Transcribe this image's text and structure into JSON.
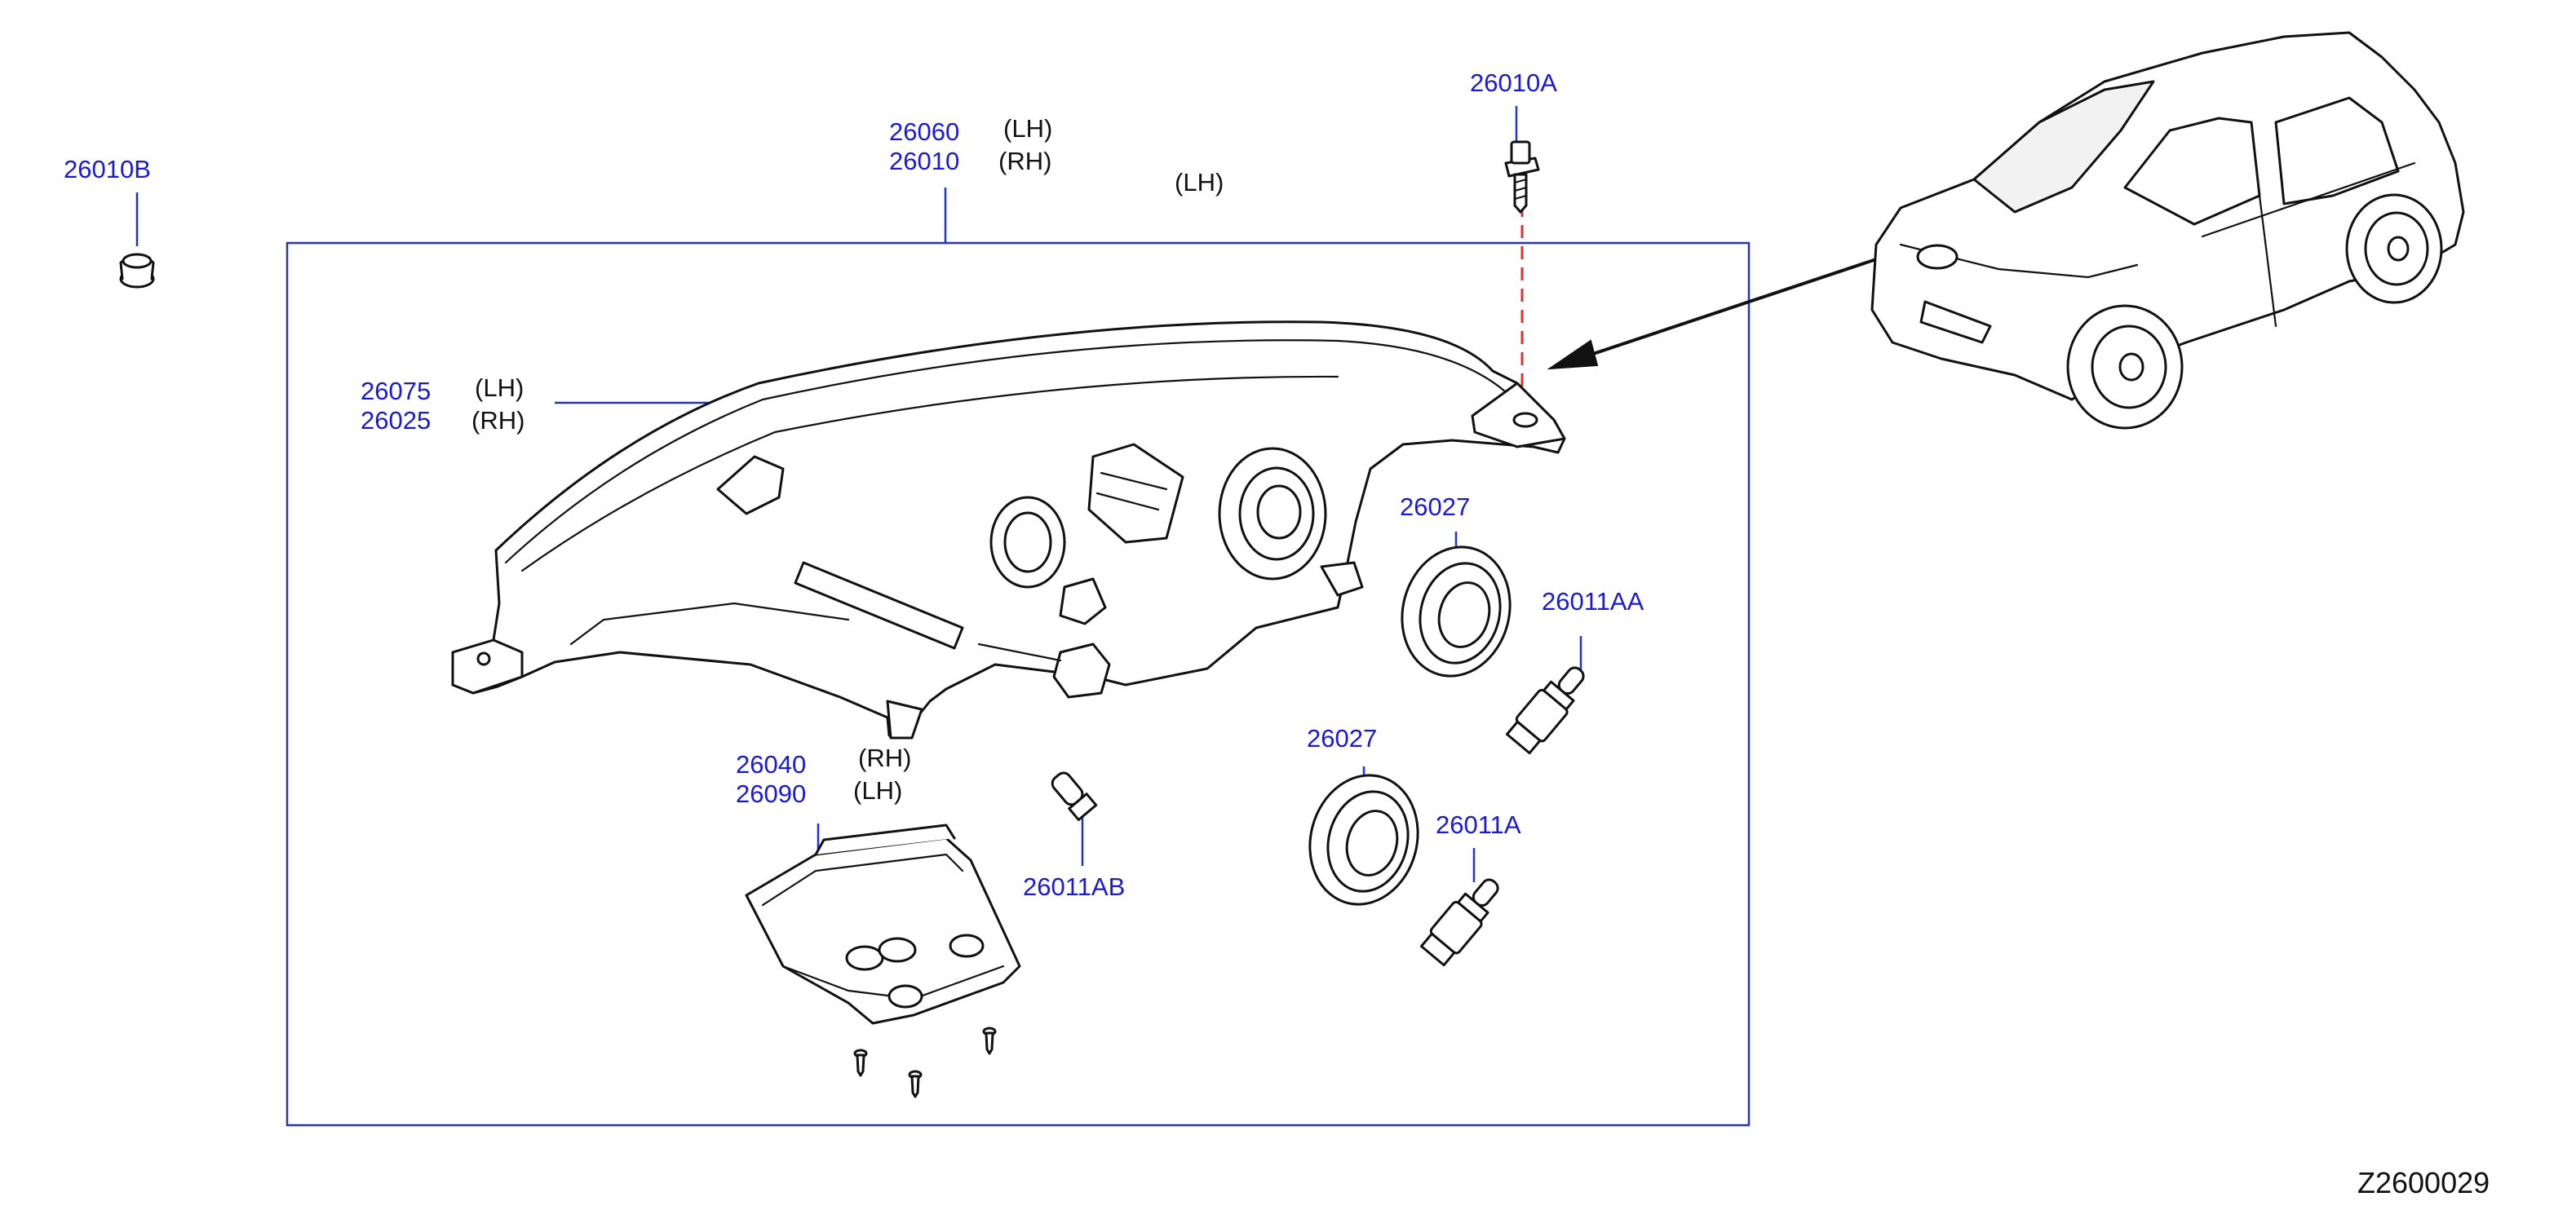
{
  "diagram": {
    "reference_code": "Z2600029",
    "header_side": "(LH)",
    "callouts": {
      "p26010B": "26010B",
      "p26010A": "26010A",
      "p26060": "26060",
      "p26060_side": "(LH)",
      "p26010": "26010",
      "p26010_side": "(RH)",
      "p26075": "26075",
      "p26075_side": "(LH)",
      "p26025": "26025",
      "p26025_side": "(RH)",
      "p26027a": "26027",
      "p26011AA": "26011AA",
      "p26027b": "26027",
      "p26011A": "26011A",
      "p26040": "26040",
      "p26040_side": "(RH)",
      "p26090": "26090",
      "p26090_side": "(LH)",
      "p26011AB": "26011AB"
    },
    "colors": {
      "part_number": "#1a1ad6",
      "leader_line": "#2233cc",
      "frame": "#2233cc",
      "mount_line": "#e03030",
      "line_art": "#111111"
    }
  }
}
